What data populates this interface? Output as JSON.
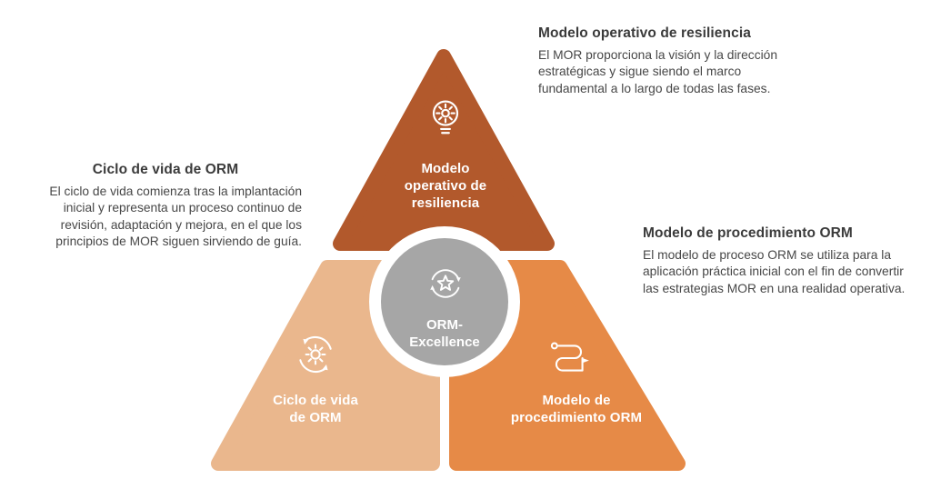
{
  "diagram_title": "ORM Excellence triangle diagram",
  "colors": {
    "segment_top": "#b2592c",
    "segment_bottom_left": "#eab78d",
    "segment_bottom_right": "#e68a47",
    "center_circle": "#a6a6a6",
    "label_text": "#ffffff",
    "title_text": "#3b3b3b",
    "body_text": "#474747"
  },
  "segments": {
    "top": {
      "label": "Modelo\noperativo de\nresiliencia",
      "color": "#b2592c",
      "icon": "bulb-gear-icon"
    },
    "bottom_left": {
      "label": "Ciclo de vida\nde ORM",
      "color": "#eab78d",
      "icon": "gear-refresh-icon"
    },
    "bottom_right": {
      "label": "Modelo de\nprocedimiento ORM",
      "color": "#e68a47",
      "icon": "process-flow-flag-icon"
    }
  },
  "center": {
    "label": "ORM-\nExcellence",
    "color": "#a6a6a6",
    "icon": "star-cycle-icon"
  },
  "annotations": {
    "top_right": {
      "title": "Modelo operativo de resiliencia",
      "body": "El MOR proporciona la visión y la dirección estratégicas y sigue siendo el marco fundamental a lo largo de todas las fases."
    },
    "left": {
      "title": "Ciclo de vida de ORM",
      "body": "El ciclo de vida comienza tras la implantación inicial y representa un proceso continuo de revisión, adaptación y mejora, en el que los principios de MOR siguen sirviendo de guía."
    },
    "right": {
      "title": "Modelo de procedimiento ORM",
      "body": "El modelo de proceso ORM se utiliza para la aplicación práctica inicial con el fin de convertir las estrategias MOR en una realidad operativa."
    }
  }
}
